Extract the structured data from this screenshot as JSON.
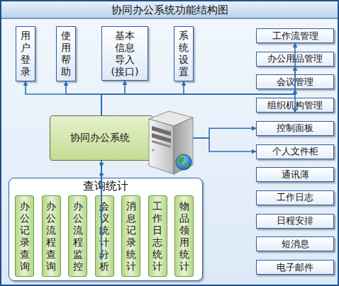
{
  "diagram": {
    "title": "协同办公系统功能结构图",
    "nodes": [
      {
        "text": [
          "用户登录"
        ]
      },
      {
        "text": [
          "使用帮助"
        ]
      },
      {
        "text": [
          "基本信息导入(接口)"
        ]
      },
      {
        "text": [
          "系统设置"
        ]
      },
      {
        "text": [
          "协同办公系统"
        ]
      },
      {
        "text": [
          "查询统计"
        ]
      },
      {
        "text": [
          "办公记录查询"
        ],
        "in": 5
      },
      {
        "text": [
          "办公流程查询"
        ],
        "in": 5
      },
      {
        "text": [
          "办公流程监控"
        ],
        "in": 5
      },
      {
        "text": [
          "会议统计分析"
        ],
        "in": 5
      },
      {
        "text": [
          "消息记录统计"
        ],
        "in": 5
      },
      {
        "text": [
          "工作日志统计"
        ],
        "in": 5
      },
      {
        "text": [
          "物品领用统计"
        ],
        "in": 5
      },
      {
        "text": [
          "工作流管理"
        ]
      },
      {
        "text": [
          "办公用品管理"
        ]
      },
      {
        "text": [
          "会议管理"
        ]
      },
      {
        "text": [
          "组织机构管理"
        ]
      },
      {
        "text": [
          "控制面板"
        ]
      },
      {
        "text": [
          "个人文件柜"
        ]
      },
      {
        "text": [
          "通讯薄"
        ]
      },
      {
        "text": [
          "工作日志"
        ]
      },
      {
        "text": [
          "日程安排"
        ]
      },
      {
        "text": [
          "短消息"
        ]
      },
      {
        "text": [
          "电子邮件"
        ]
      }
    ],
    "edges": [
      {
        "from": 4,
        "to": 0,
        "arrow": "to"
      },
      {
        "from": 4,
        "to": 1,
        "arrow": "to"
      },
      {
        "from": 4,
        "to": 2,
        "arrow": "to"
      },
      {
        "from": 4,
        "to": 3,
        "arrow": "to"
      },
      {
        "from": 4,
        "to": 5,
        "arrow": "to"
      },
      {
        "from": 4,
        "to": 13,
        "arrow": "to"
      },
      {
        "from": 4,
        "to": 14,
        "arrow": "to"
      },
      {
        "from": 4,
        "to": 15,
        "arrow": "to"
      },
      {
        "from": 4,
        "to": 16,
        "arrow": "to"
      },
      {
        "from": 4,
        "to": 17,
        "arrow": "to"
      },
      {
        "from": 4,
        "to": 18,
        "arrow": "to"
      },
      {
        "from": 4,
        "to": 19,
        "arrow": "to"
      },
      {
        "from": 4,
        "to": 20,
        "arrow": "to"
      },
      {
        "from": 4,
        "to": 21,
        "arrow": "to"
      },
      {
        "from": 4,
        "to": 22,
        "arrow": "to"
      },
      {
        "from": 4,
        "to": 23,
        "arrow": "to"
      }
    ]
  }
}
